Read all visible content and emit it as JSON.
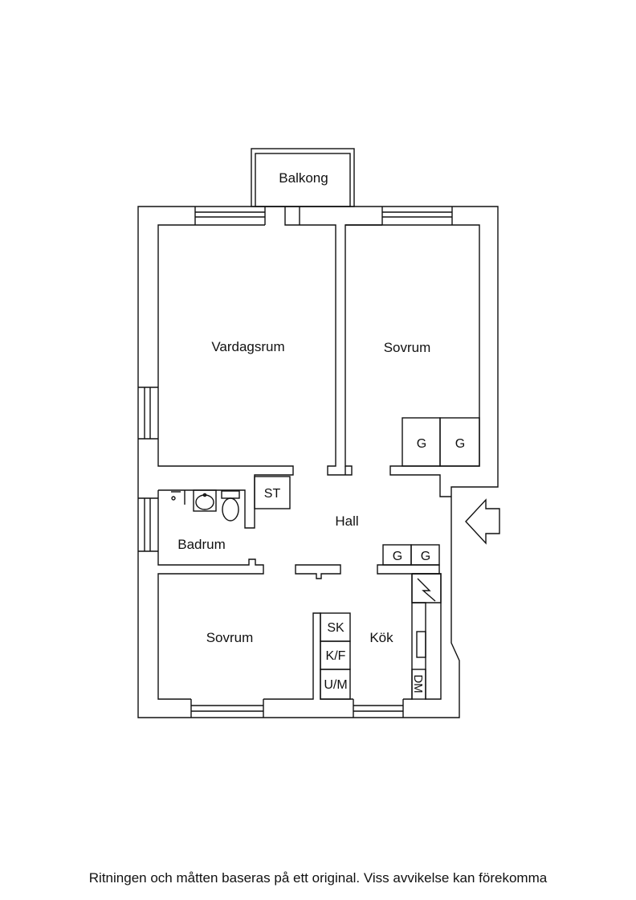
{
  "rooms": {
    "balkong": "Balkong",
    "vardagsrum": "Vardagsrum",
    "sovrum_top": "Sovrum",
    "hall": "Hall",
    "badrum": "Badrum",
    "sovrum_bottom": "Sovrum",
    "kok": "Kök"
  },
  "fixtures": {
    "st": "ST",
    "g": "G",
    "sk": "SK",
    "kf": "K/F",
    "um": "U/M",
    "dm": "DM"
  },
  "footer": {
    "disclaimer": "Ritningen och måtten baseras på ett original. Viss avvikelse kan förekomma"
  }
}
